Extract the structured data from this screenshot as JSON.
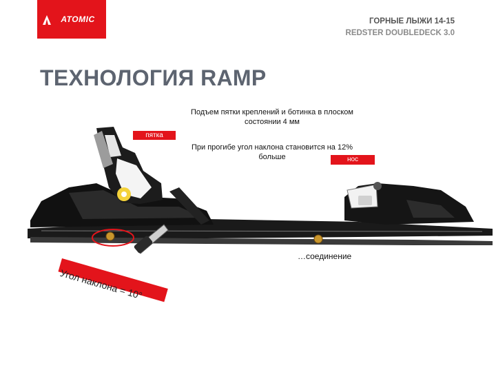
{
  "brand": {
    "logo_text": "ATOMIC"
  },
  "header": {
    "line1": "ГОРНЫЕ ЛЫЖИ 14-15",
    "line2": "REDSTER DOUBLEDECK 3.0"
  },
  "title": "ТЕХНОЛОГИЯ RAMP",
  "captions": {
    "heel_lift": "Подъем пятки креплений и ботинка в плоском состоянии 4 мм",
    "flex_angle": "При прогибе угол наклона становится на 12% больше"
  },
  "tags": {
    "heel": "пятка",
    "toe": "нос"
  },
  "joint_label": "…соединение",
  "ramp_label": "ТЕХНОЛОГИЯ RAMP",
  "angle_label": "Угол наклона = 10°",
  "colors": {
    "brand_red": "#e3141b",
    "title_gray": "#5d6470"
  }
}
